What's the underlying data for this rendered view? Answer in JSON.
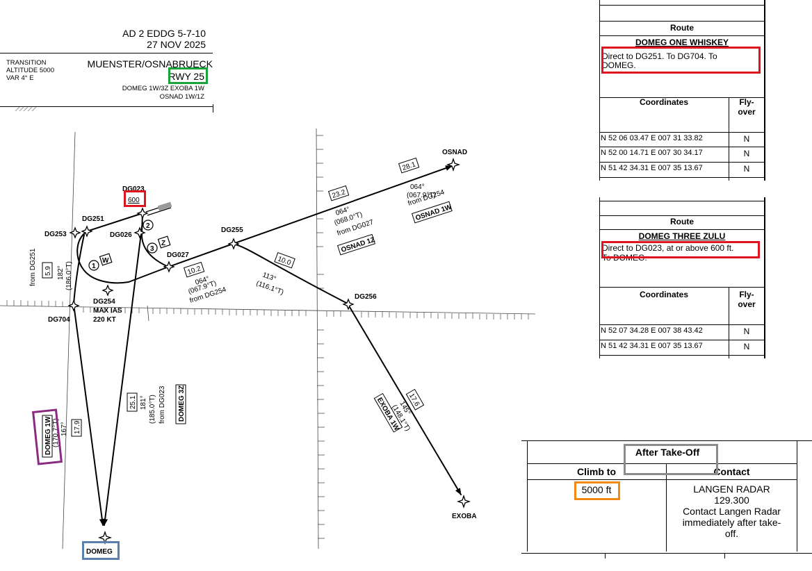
{
  "header": {
    "doc_ref": "AD 2 EDDG 5-7-10",
    "date": "27 NOV 2025",
    "transition_altitude_label": "TRANSITION",
    "transition_altitude_value": "ALTITUDE 5000",
    "variation": "VAR 4° E",
    "airport": "MUENSTER/OSNABRUECK",
    "runway": "RWY 25",
    "procedures_line1": "DOMEG 1W/3Z EXOBA 1W",
    "procedures_line2": "OSNAD 1W/1Z"
  },
  "chart": {
    "waypoints": {
      "dg023": "DG023",
      "dg023_alt": "600",
      "dg251": "DG251",
      "dg253": "DG253",
      "dg026": "DG026",
      "dg027": "DG027",
      "dg255": "DG255",
      "dg254": "DG254",
      "dg254_speed1": "MAX IAS",
      "dg254_speed2": "220 KT",
      "dg704": "DG704",
      "dg256": "DG256",
      "osnad": "OSNAD",
      "exoba": "EXOBA",
      "domeg": "DOMEG"
    },
    "markers": {
      "w": "W",
      "z": "Z",
      "n1": "1",
      "n2": "2",
      "n3": "3"
    },
    "legs": {
      "osnad_dist": "28.1",
      "osnad_trk1": "064°",
      "osnad_trk2": "(067.9°T)",
      "osnad_trk3": "from DG254",
      "osnad_proc": "OSNAD 1W",
      "osnadz_dist": "23.2",
      "osnadz_trk1": "064°",
      "osnadz_trk2": "(068.0°T)",
      "osnadz_trk3": "from DG027",
      "osnadz_proc": "OSNAD 1Z",
      "dg027_dist": "10.2",
      "dg027_trk1": "064°",
      "dg027_trk2": "(067.9°T)",
      "dg027_trk3": "from DG254",
      "dg256_dist": "10.0",
      "dg256_trk1": "113°",
      "dg256_trk2": "(116.1°T)",
      "exoba_dist": "17.6",
      "exoba_trk1": "145°",
      "exoba_trk2": "(148.1°T)",
      "exoba_proc": "EXOBA 1W",
      "dg704_dist": "5.9",
      "dg704_trk1": "182°",
      "dg704_trk2": "(186.0°T)",
      "dg704_trk3": "from DG251",
      "domeg1w_dist": "17.9",
      "domeg1w_trk1": "167°",
      "domeg1w_trk2": "(170.7°T)",
      "domeg1w_proc": "DOMEG 1W",
      "domeg3z_dist": "25.1",
      "domeg3z_trk1": "181°",
      "domeg3z_trk2": "(185.0°T)",
      "domeg3z_trk3": "from DG023",
      "domeg3z_proc": "DOMEG 3Z"
    }
  },
  "table_whiskey": {
    "route_header": "Route",
    "route_name": "DOMEG ONE WHISKEY",
    "route_desc": "Direct to DG251. To DG704. To DOMEG.",
    "col_coords": "Coordinates",
    "col_flyover_1": "Fly-",
    "col_flyover_2": "over",
    "rows": [
      {
        "coords": "N 52 06 03.47 E 007 31 33.82",
        "flyover": "N"
      },
      {
        "coords": "N 52 00 14.71 E 007 30 34.17",
        "flyover": "N"
      },
      {
        "coords": "N 51 42 34.31 E 007 35 13.67",
        "flyover": "N"
      }
    ]
  },
  "table_zulu": {
    "route_header": "Route",
    "route_name": "DOMEG THREE ZULU",
    "route_desc_1": "Direct to DG023, at or above 600 ft.",
    "route_desc_2": "To DOMEG.",
    "col_coords": "Coordinates",
    "col_flyover_1": "Fly-",
    "col_flyover_2": "over",
    "rows": [
      {
        "coords": "N 52 07 34.28 E 007 38 43.42",
        "flyover": "N"
      },
      {
        "coords": "N 51 42 34.31 E 007 35 13.67",
        "flyover": "N"
      }
    ]
  },
  "after_takeoff": {
    "title": "After Take-Off",
    "col_climb": "Climb to",
    "col_contact": "Contact",
    "climb_value": "5000 ft",
    "contact_1": "LANGEN RADAR",
    "contact_2": "129.300",
    "contact_3": "Contact Langen Radar",
    "contact_4": "immediately after take-",
    "contact_5": "off."
  },
  "highlight_colors": {
    "red": "#e0141c",
    "green": "#1aa33a",
    "purple": "#8a2a82",
    "blue": "#5b80b0",
    "orange": "#f08a12",
    "gray": "#8c8c8c"
  }
}
